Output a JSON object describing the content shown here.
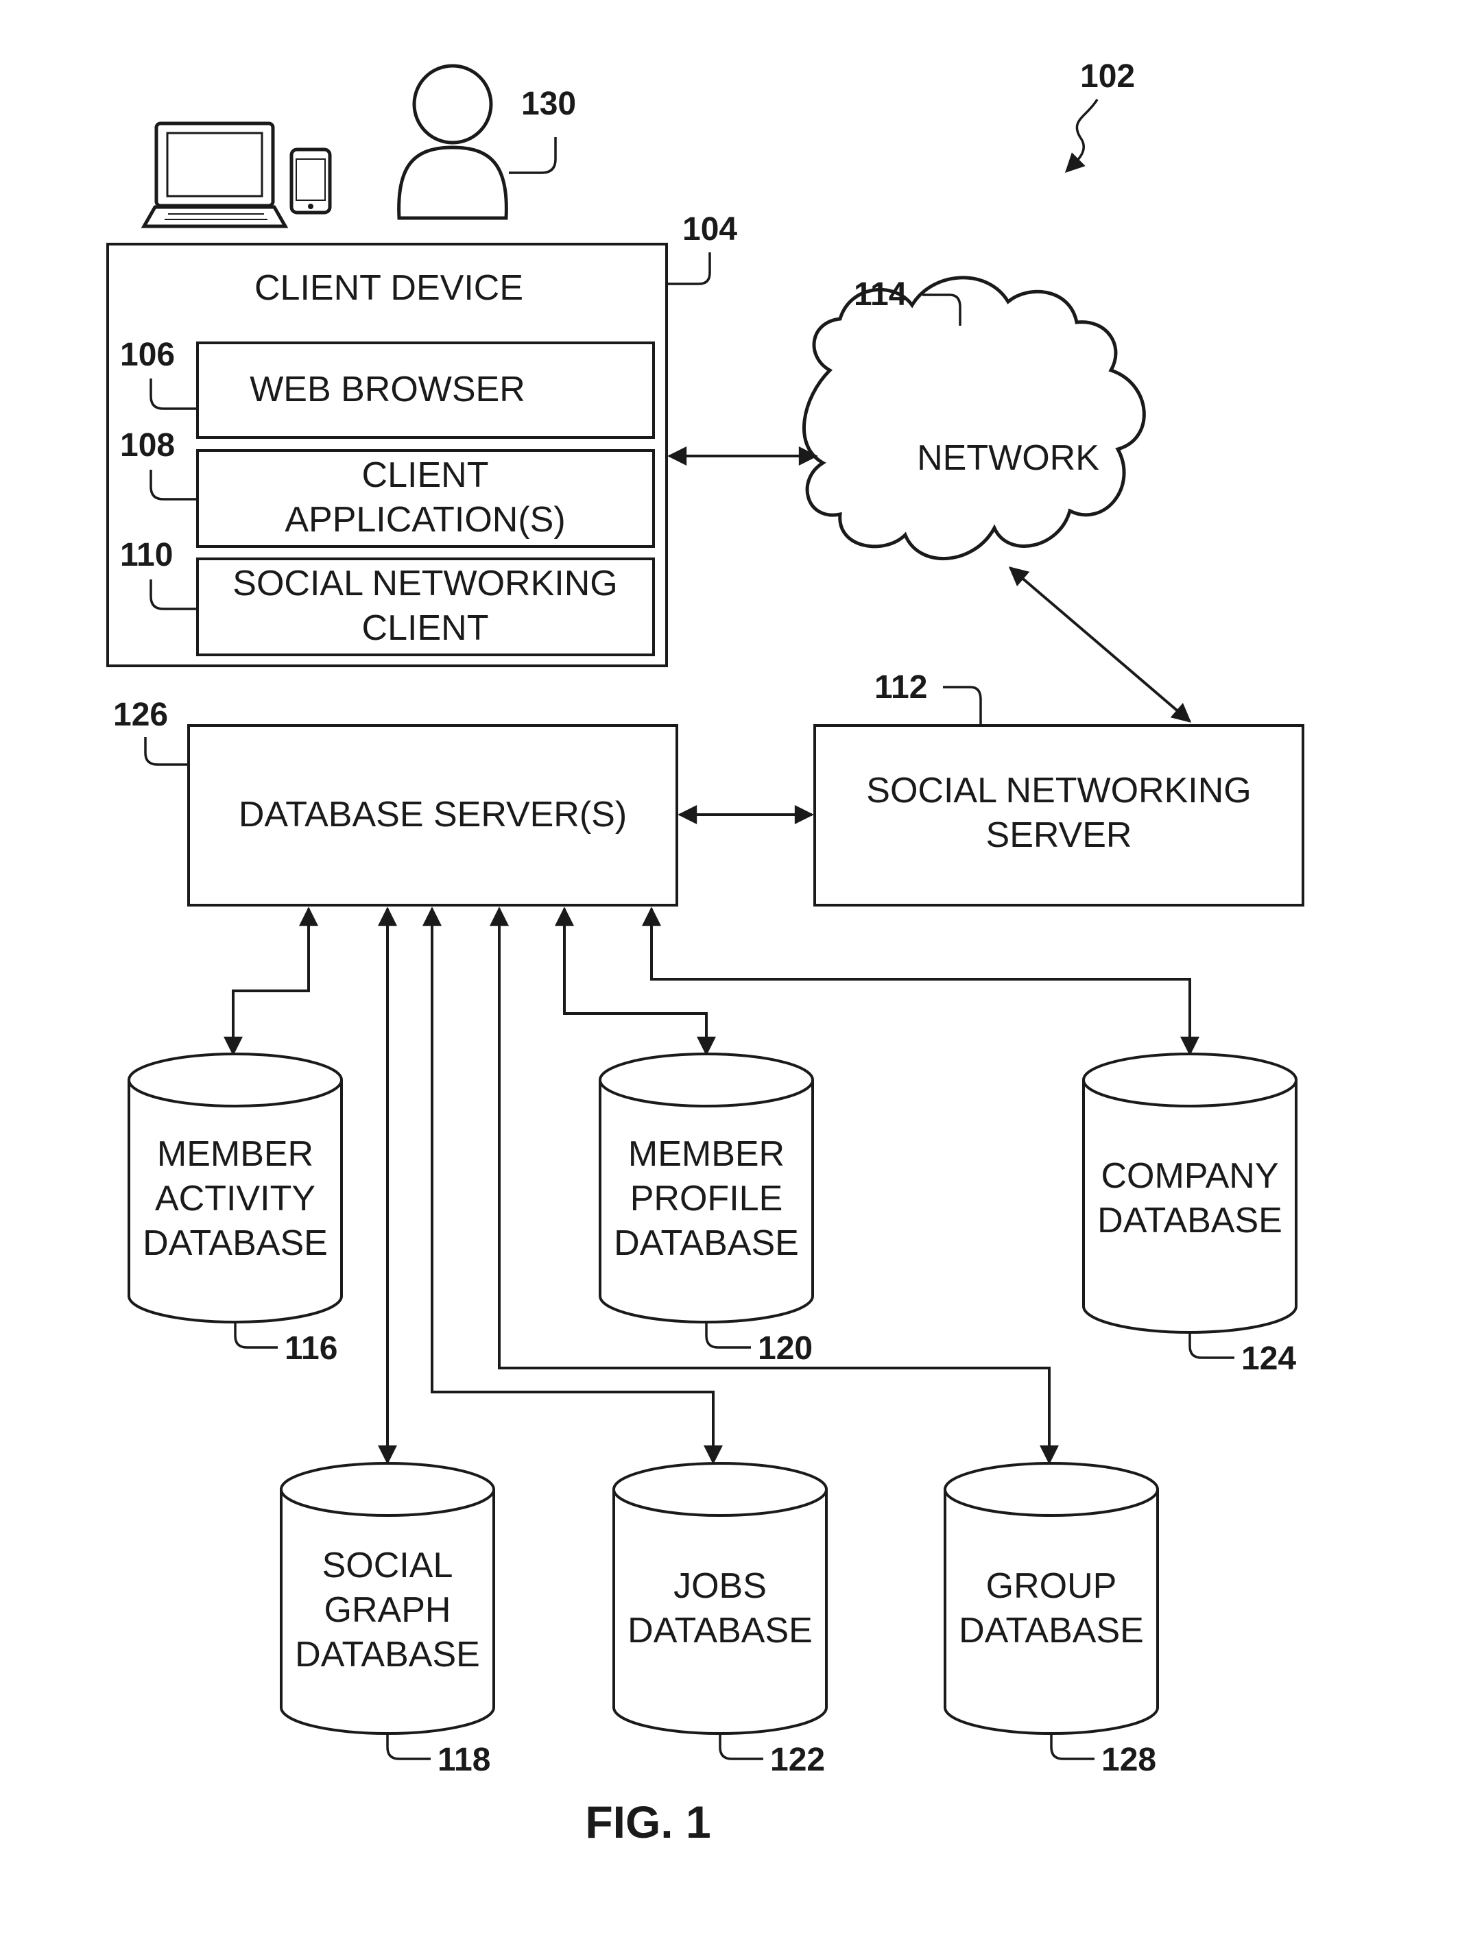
{
  "client_device": {
    "label": "CLIENT DEVICE",
    "ref": "104"
  },
  "web_browser": {
    "label": "WEB BROWSER",
    "ref": "106"
  },
  "client_applications": {
    "line1": "CLIENT",
    "line2": "APPLICATION(S)",
    "ref": "108"
  },
  "social_networking_client": {
    "line1": "SOCIAL NETWORKING",
    "line2": "CLIENT",
    "ref": "110"
  },
  "network": {
    "label": "NETWORK",
    "ref": "114"
  },
  "social_networking_server": {
    "line1": "SOCIAL NETWORKING",
    "line2": "SERVER",
    "ref": "112"
  },
  "database_servers": {
    "label": "DATABASE SERVER(S)",
    "ref": "126"
  },
  "system_ref": "102",
  "user_ref": "130",
  "databases": {
    "member_activity": {
      "line1": "MEMBER",
      "line2": "ACTIVITY",
      "line3": "DATABASE",
      "ref": "116"
    },
    "member_profile": {
      "line1": "MEMBER",
      "line2": "PROFILE",
      "line3": "DATABASE",
      "ref": "120"
    },
    "company": {
      "line1": "COMPANY",
      "line2": "DATABASE",
      "ref": "124"
    },
    "social_graph": {
      "line1": "SOCIAL",
      "line2": "GRAPH",
      "line3": "DATABASE",
      "ref": "118"
    },
    "jobs": {
      "line1": "JOBS",
      "line2": "DATABASE",
      "ref": "122"
    },
    "group": {
      "line1": "GROUP",
      "line2": "DATABASE",
      "ref": "128"
    }
  },
  "figure_label": "FIG. 1"
}
